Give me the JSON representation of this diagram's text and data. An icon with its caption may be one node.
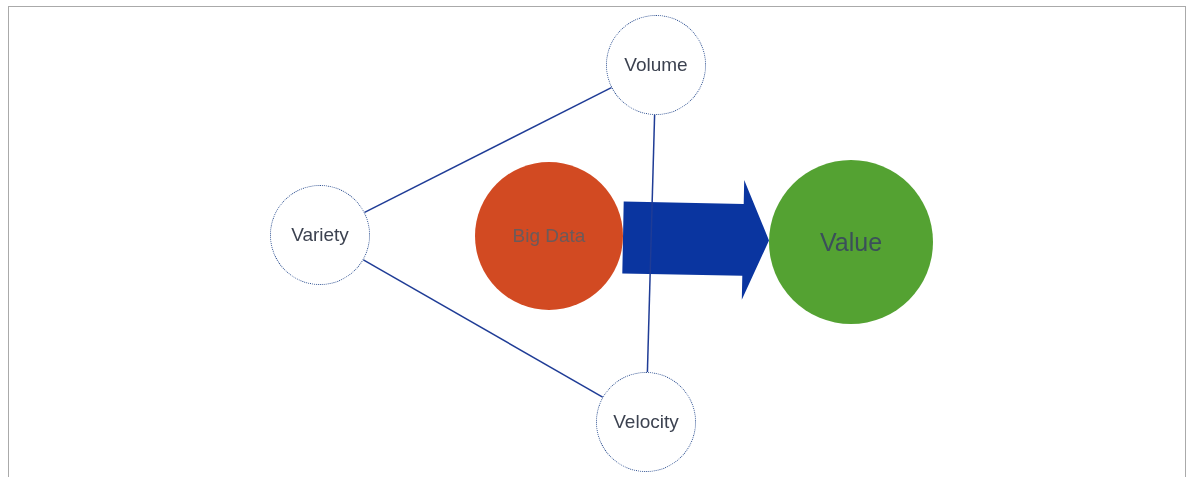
{
  "diagram": {
    "nodes": [
      {
        "text": [
          "Volume"
        ]
      },
      {
        "text": [
          "Variety"
        ]
      },
      {
        "text": [
          "Big Data"
        ]
      },
      {
        "text": [
          "Value"
        ]
      },
      {
        "text": [
          "Velocity"
        ]
      }
    ],
    "edges": [
      {
        "from": 1,
        "to": 0,
        "arrow": "none"
      },
      {
        "from": 1,
        "to": 4,
        "arrow": "none"
      },
      {
        "from": 4,
        "to": 0,
        "arrow": "none"
      },
      {
        "from": 2,
        "to": 3,
        "arrow": "to",
        "style": "thick",
        "color": "#0a35a0"
      }
    ]
  }
}
